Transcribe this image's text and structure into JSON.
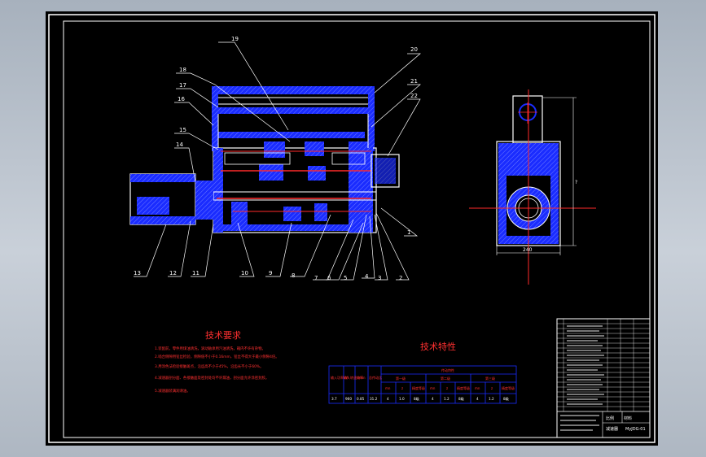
{
  "colors": {
    "background_gradient_top": "#a7b1bd",
    "sheet": "#000000",
    "blue": "#1a2cff",
    "red": "#ff2a2a",
    "white": "#ffffff",
    "cyan": "#1fd0ff"
  },
  "drawing": {
    "callouts": [
      "1",
      "2",
      "3",
      "4",
      "5",
      "6",
      "7",
      "8",
      "9",
      "10",
      "11",
      "12",
      "13",
      "14",
      "15",
      "16",
      "17",
      "18",
      "19",
      "20",
      "21",
      "22"
    ],
    "dimension_bottom": "240",
    "dimension_right": "?",
    "technical_requirements_title": "技术要求",
    "technical_characteristics_title": "技术特性",
    "requirements": [
      "1.装配前，零件用煤油清洗，滚动轴承用汽油清洗，箱内不许有杂物。",
      "2.啮合侧隙用铅丝检验，侧隙值不小于0.16mm，铅丝不得大于最小侧隙4倍。",
      "3.用涂色法检验接触斑点，沿齿高不小于45%，沿齿长不小于60%。",
      "4.减速器剖分面、各接触面及密封处均不许漏油，剖分面允许涂密封胶。",
      "5.减速器装满润滑油。"
    ],
    "table": {
      "header_left": [
        "输入功率kW",
        "输入转速r/min",
        "效率",
        "总传动比"
      ],
      "group_header": "传动特性",
      "groups": [
        "第一级",
        "第二级",
        "第三级"
      ],
      "sub_headers": [
        "mn",
        "z",
        "精度等级"
      ],
      "row": [
        "3.7",
        "960",
        "0.85",
        "31.2",
        "4",
        "1.0",
        "8级",
        "4",
        "1.2",
        "8级",
        "4",
        "1.2",
        "8级"
      ]
    },
    "title_block": {
      "scale": "比例",
      "material": "材料",
      "code": "MyJDG-01",
      "name": "减速器"
    }
  }
}
